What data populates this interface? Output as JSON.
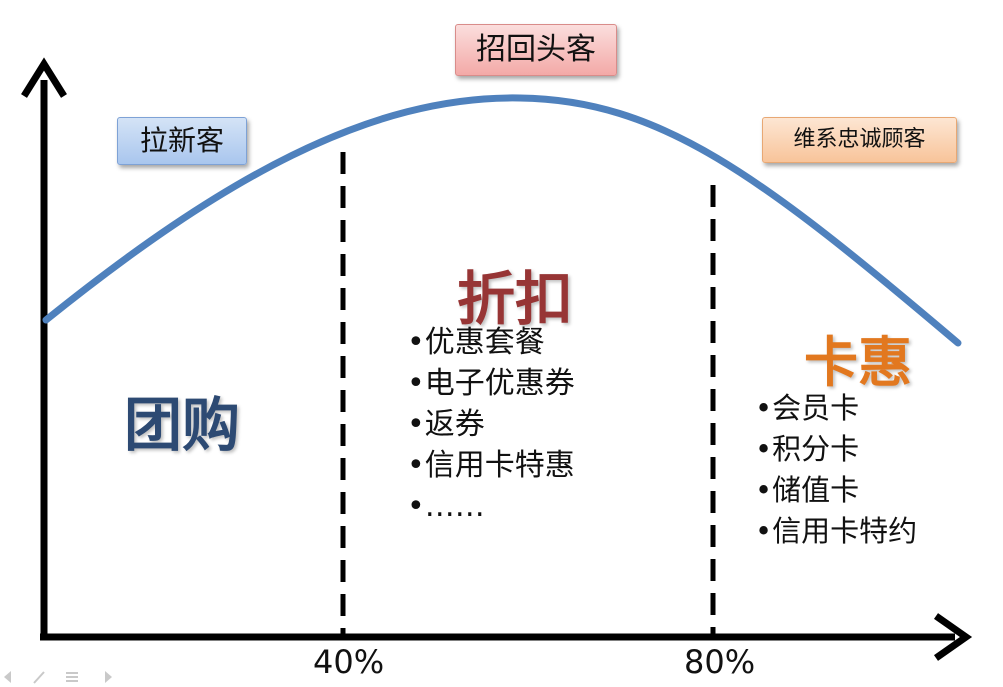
{
  "stages": {
    "new_customers": "拉新客",
    "recall_customers": "招回头客",
    "loyal_customers": "维系忠诚顾客"
  },
  "sections": {
    "group_buy": {
      "heading": "团购"
    },
    "discount": {
      "heading": "折扣",
      "items": [
        "优惠套餐",
        "电子优惠券",
        "返券",
        "信用卡特惠",
        "……"
      ]
    },
    "card": {
      "heading": "卡惠",
      "items": [
        "会员卡",
        "积分卡",
        "储值卡",
        "信用卡特约"
      ]
    }
  },
  "axis": {
    "ticks": [
      "40%",
      "80%"
    ]
  },
  "colors": {
    "curve": "#4f81bd",
    "group_buy_heading": "#2d4a73",
    "discount_heading": "#973535",
    "card_heading": "#e2781f"
  },
  "icons": [
    "prev-slide-icon",
    "pen-icon",
    "menu-icon",
    "next-slide-icon"
  ]
}
